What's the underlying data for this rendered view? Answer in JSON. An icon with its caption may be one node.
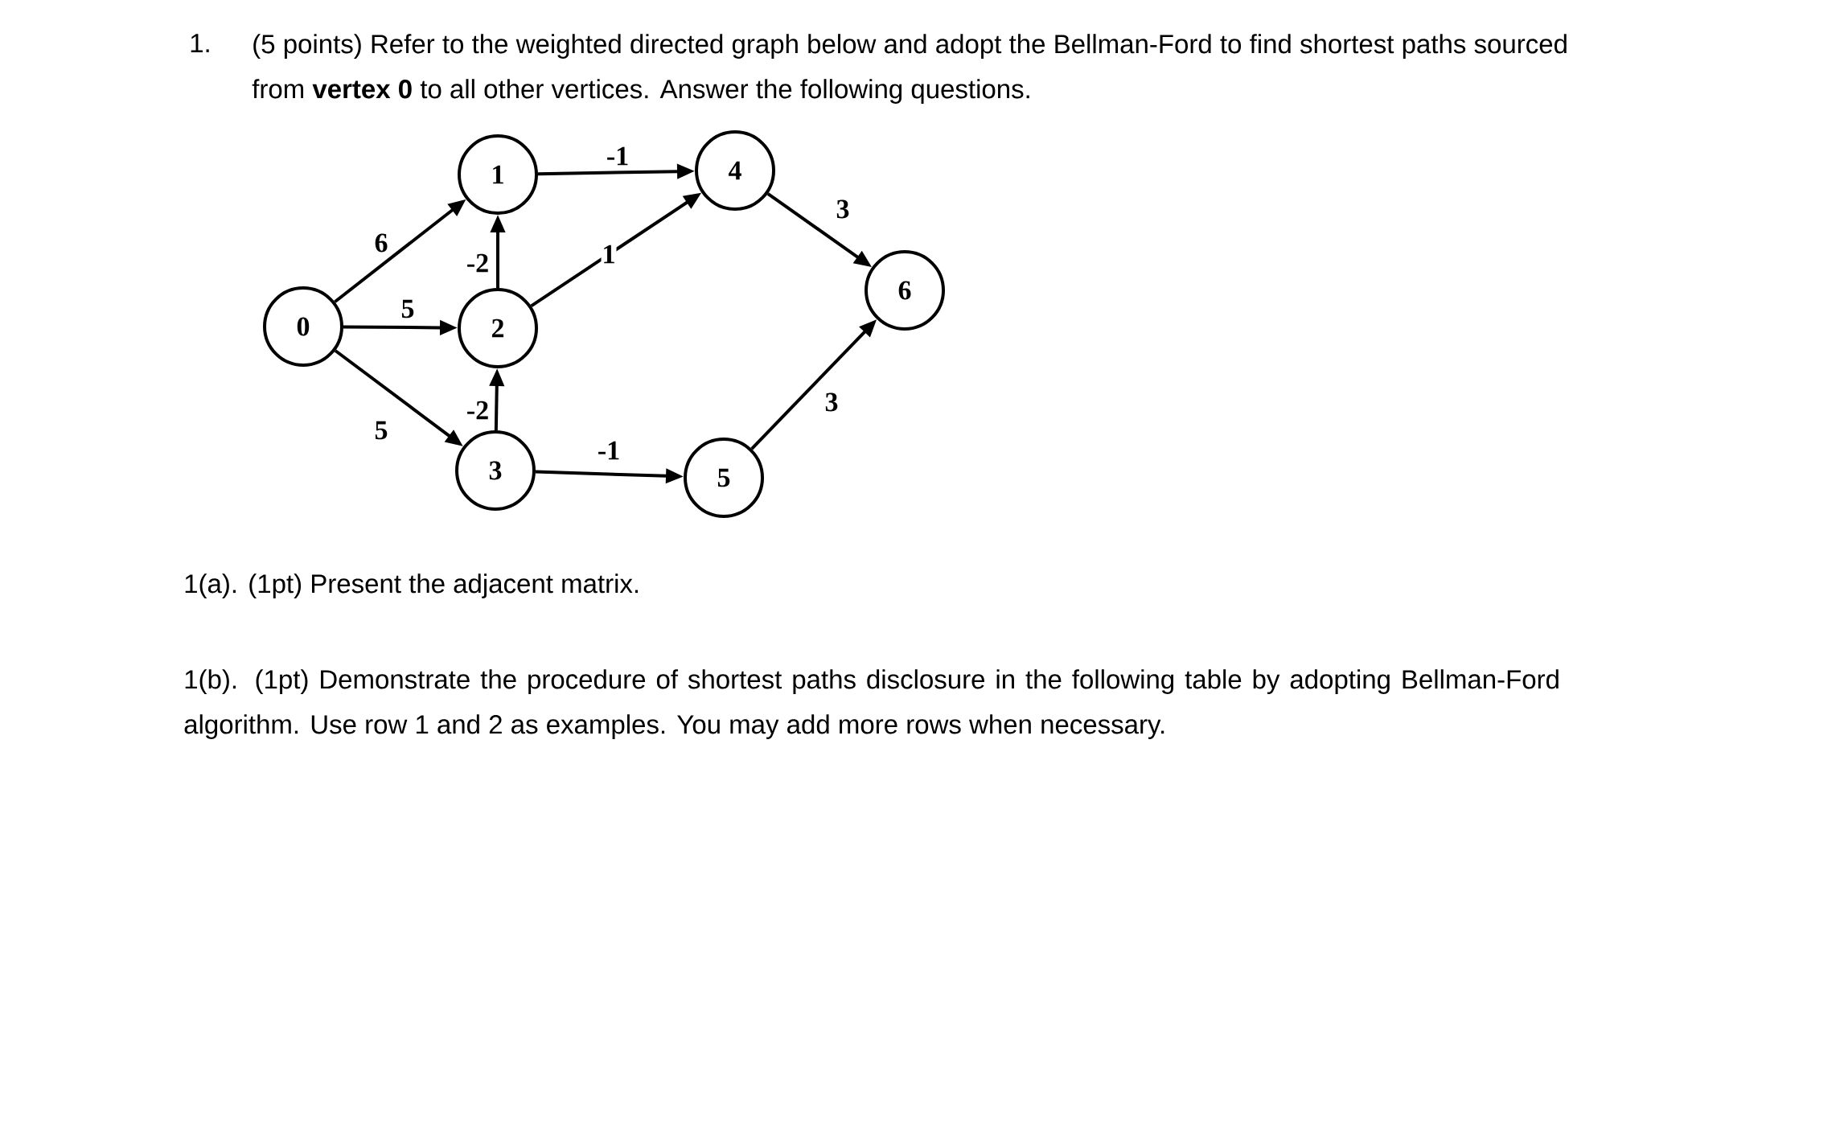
{
  "diagram": {
    "nodes": [
      {
        "text": [
          "0"
        ]
      },
      {
        "text": [
          "1"
        ]
      },
      {
        "text": [
          "2"
        ]
      },
      {
        "text": [
          "3"
        ]
      },
      {
        "text": [
          "4"
        ]
      },
      {
        "text": [
          "5"
        ]
      },
      {
        "text": [
          "6"
        ]
      }
    ],
    "edges": [
      {
        "from": 0,
        "to": 1,
        "arrow": "to",
        "label": "6"
      },
      {
        "from": 0,
        "to": 2,
        "arrow": "to",
        "label": "5"
      },
      {
        "from": 0,
        "to": 3,
        "arrow": "to",
        "label": "5"
      },
      {
        "from": 2,
        "to": 1,
        "arrow": "to",
        "label": "-2"
      },
      {
        "from": 1,
        "to": 4,
        "arrow": "to",
        "label": "-1"
      },
      {
        "from": 2,
        "to": 4,
        "arrow": "to",
        "label": "1"
      },
      {
        "from": 3,
        "to": 2,
        "arrow": "to",
        "label": "-2"
      },
      {
        "from": 3,
        "to": 5,
        "arrow": "to",
        "label": "-1"
      },
      {
        "from": 4,
        "to": 6,
        "arrow": "to",
        "label": "3"
      },
      {
        "from": 5,
        "to": 6,
        "arrow": "to",
        "label": "3"
      }
    ],
    "labels": [
      "1.",
      "(5 points) Refer to the weighted directed graph below and adopt the Bellman-Ford to find shortest paths sourced from **vertex 0** to all other vertices. Answer the following questions.",
      "1(a). (1pt) Present the adjacent matrix.",
      "1(b). (1pt) Demonstrate the procedure of shortest paths disclosure in the following table by adopting Bellman-Ford algorithm. Use row 1 and 2 as examples. You may add more rows when necessary."
    ]
  }
}
